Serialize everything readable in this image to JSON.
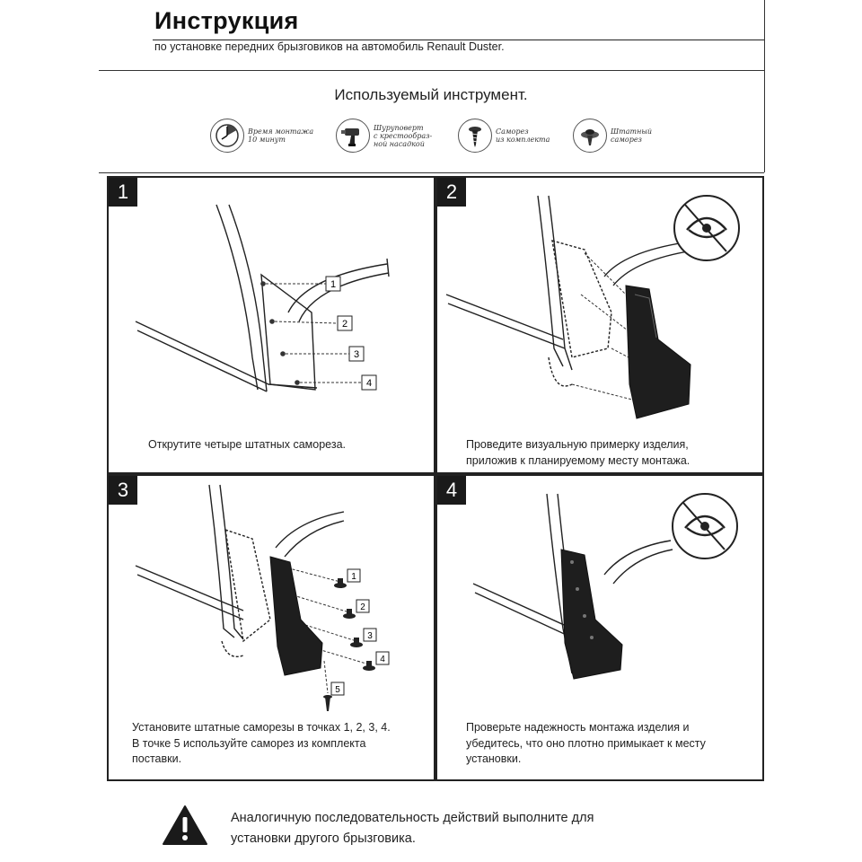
{
  "header": {
    "title": "Инструкция",
    "subtitle": "по установке передних брызговиков на автомобиль Renault Duster."
  },
  "tools": {
    "title": "Используемый инструмент.",
    "items": [
      {
        "icon": "clock-icon",
        "label": "Время монтажа\n10 минут"
      },
      {
        "icon": "screwdriver-icon",
        "label": "Шуруповерт\nс крестообраз-\nной насадкой"
      },
      {
        "icon": "self-tapping-screw-icon",
        "label": "Саморез\nиз комплекта"
      },
      {
        "icon": "standard-screw-icon",
        "label": "Штатный\nсаморез"
      }
    ]
  },
  "steps": [
    {
      "number": "1",
      "caption": "Открутите четыре штатных самореза.",
      "markers": [
        "1",
        "2",
        "3",
        "4"
      ]
    },
    {
      "number": "2",
      "caption_lines": [
        "Проведите визуальную примерку изделия,",
        "приложив к планируемому месту монтажа."
      ]
    },
    {
      "number": "3",
      "caption_lines": [
        "Установите штатные саморезы в точках 1, 2, 3, 4.",
        "В точке 5 используйте саморез из комплекта",
        "поставки."
      ],
      "markers": [
        "1",
        "2",
        "3",
        "4",
        "5"
      ]
    },
    {
      "number": "4",
      "caption_lines": [
        "Проверьте надежность монтажа изделия и",
        "убедитесь, что оно плотно примыкает к месту",
        "установки."
      ]
    }
  ],
  "warning": {
    "icon": "warning-icon",
    "lines": [
      "Аналогичную последовательность действий выполните для",
      "установки другого брызговика."
    ]
  }
}
